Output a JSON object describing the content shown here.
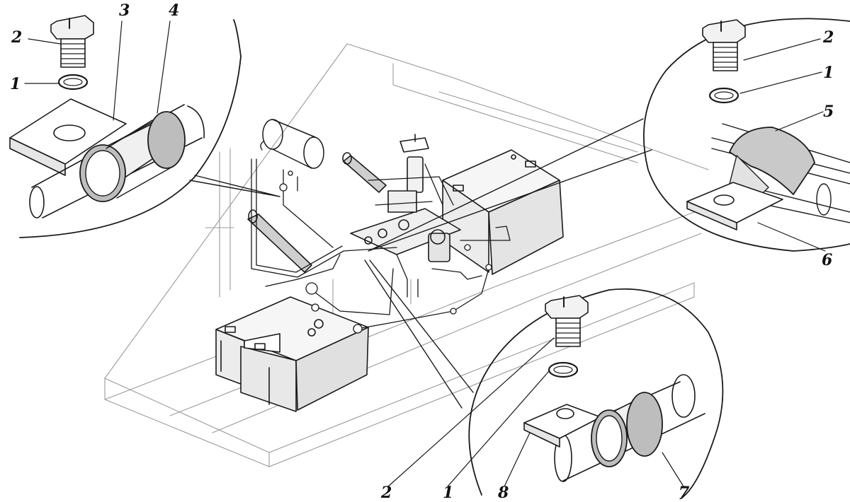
{
  "diagram": {
    "stroke_color": "#1a1a1a",
    "background": "#ffffff",
    "callouts": {
      "top_left": [
        "2",
        "3",
        "4",
        "1"
      ],
      "top_right": [
        "2",
        "1",
        "5",
        "6"
      ],
      "bottom_right": [
        "2",
        "1",
        "8",
        "7"
      ]
    }
  }
}
